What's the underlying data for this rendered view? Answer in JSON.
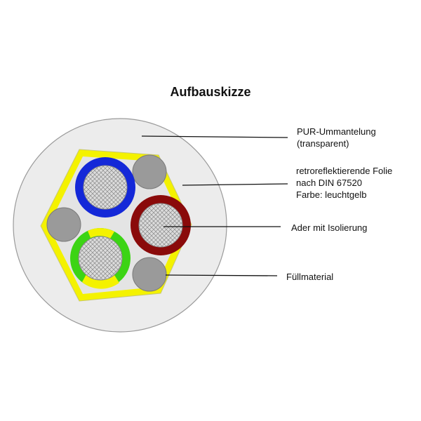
{
  "title": "Aufbauskizze",
  "labels": {
    "pur": [
      "PUR-Ummantelung",
      "(transparent)"
    ],
    "foil": [
      "retroreflektierende Folie",
      "nach DIN 67520",
      "Farbe: leuchtgelb"
    ],
    "core": [
      "Ader mit Isolierung"
    ],
    "fill": [
      "Füllmaterial"
    ]
  },
  "colors": {
    "jacket": "#ececec",
    "jacket_outline": "#9a9a9a",
    "foil": "#f4f200",
    "foil_outline": "#c8c870",
    "inner_fill": "#e4e4e4",
    "core_blue": "#1428d8",
    "core_brown": "#8a0a0a",
    "core_green": "#3cd414",
    "core_yellow": "#f4f200",
    "filler": "#9a9a9a",
    "conductor": "#d8d8d8",
    "leader_line": "#111111"
  }
}
